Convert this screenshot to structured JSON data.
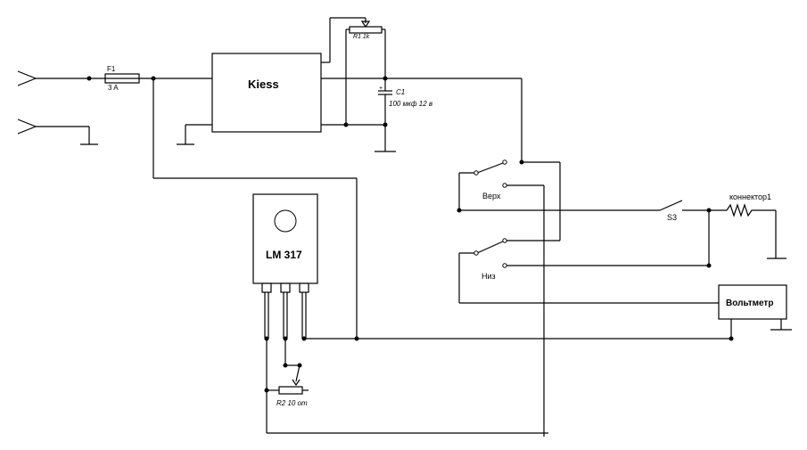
{
  "labels": {
    "fuse_ref": "F1",
    "fuse_value": "3 A",
    "block_name": "Kiess",
    "pot_label": "R1 1k",
    "cap_ref": "C1",
    "cap_value": "100 мкф 12 в",
    "switch_upper": "Верх",
    "switch_lower": "Низ",
    "switch_s3": "S3",
    "connector": "коннектор1",
    "regulator": "LM 317",
    "voltmeter": "Вольтметр",
    "r2_label": "R2 10 от"
  }
}
